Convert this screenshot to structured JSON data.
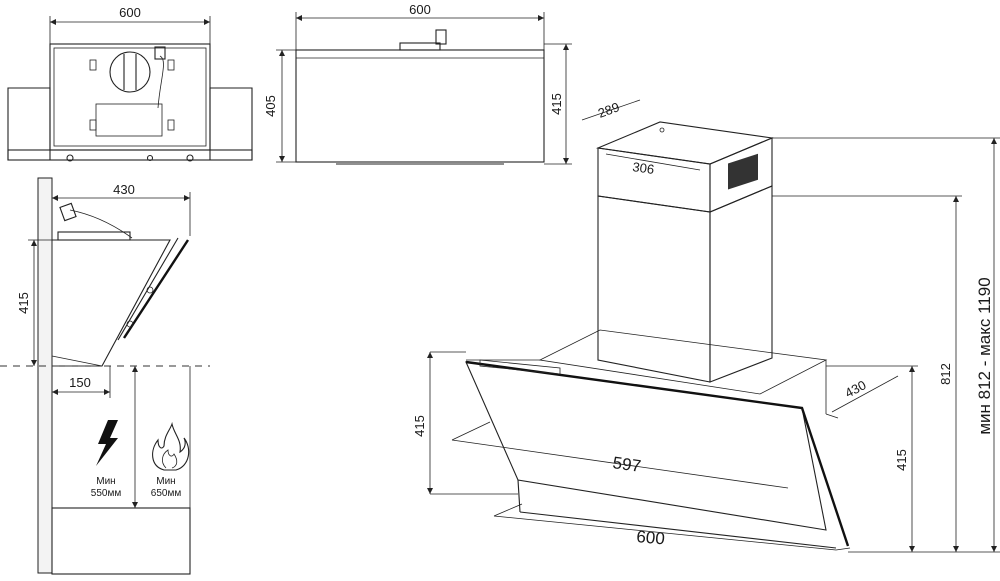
{
  "front_view": {
    "width_label": "600"
  },
  "top_view": {
    "width_label": "600",
    "left_height_label": "405",
    "right_height_label": "415"
  },
  "side_view": {
    "depth_label": "430",
    "height_label": "415",
    "offset_label": "150",
    "electric": {
      "line1": "Мин",
      "line2": "550мм"
    },
    "gas": {
      "line1": "Мин",
      "line2": "650мм"
    }
  },
  "iso_view": {
    "chimney_depth_label": "289",
    "chimney_width_label": "306",
    "glass_width_label": "597",
    "body_width_label": "600",
    "body_depth_label": "430",
    "glass_height_label": "415",
    "body_height_label": "415",
    "total_height_label": "812",
    "range_label": "мин 812 - макс 1190"
  }
}
